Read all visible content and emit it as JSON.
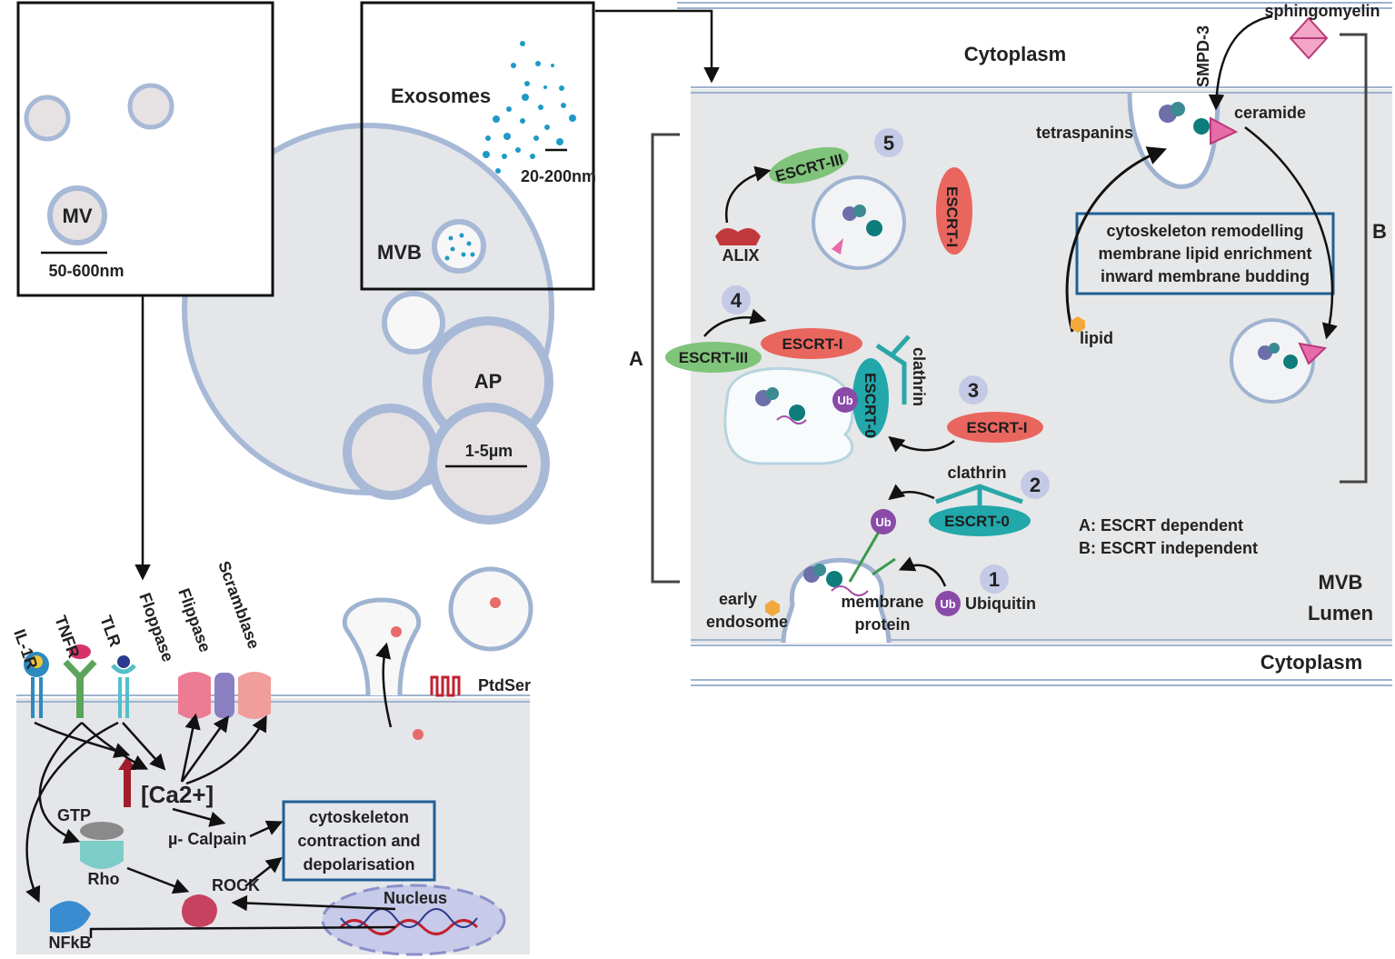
{
  "insets": {
    "mv": {
      "label": "MV",
      "scale": "50-600nm"
    },
    "exo": {
      "label": "Exosomes",
      "scale": "20-200nm",
      "mvb": "MVB"
    }
  },
  "cell": {
    "ap": "AP",
    "ap_scale": "1-5µm"
  },
  "signaling": {
    "receptors": [
      "IL-1R",
      "TNFR",
      "TLR",
      "Floppase",
      "Flippase",
      "Scramblase"
    ],
    "ptdser": "PtdSer",
    "calcium": "[Ca2+]",
    "gtp": "GTP",
    "rho": "Rho",
    "calpain": "µ- Calpain",
    "rock": "ROCK",
    "nfkb": "NFkB",
    "nucleus": "Nucleus",
    "box_lines": [
      "cytoskeleton",
      "contraction and",
      "depolarisation"
    ]
  },
  "mvb_panel": {
    "cytoplasm_top": "Cytoplasm",
    "cytoplasm_bottom": "Cytoplasm",
    "lumen_lines": [
      "MVB",
      "Lumen"
    ],
    "bracket_a": "A",
    "bracket_b": "B",
    "steps": [
      "1",
      "2",
      "3",
      "4",
      "5"
    ],
    "escrt0": "ESCRT-0",
    "escrt1": "ESCRT-I",
    "escrt3": "ESCRT-III",
    "alix": "ALIX",
    "clathrin": "clathrin",
    "ub": "Ub",
    "ubiquitin": "Ubiquitin",
    "early_endosome": [
      "early",
      "endosome"
    ],
    "membrane_protein": [
      "membrane",
      "protein"
    ],
    "sphingomyelin": "sphingomyelin",
    "smpd3": "SMPD-3",
    "ceramide": "ceramide",
    "tetraspanins": "tetraspanins",
    "lipid": "lipid",
    "box_lines": [
      "cytoskeleton remodelling",
      "membrane lipid enrichment",
      "inward membrane budding"
    ],
    "legend_a": "A:  ESCRT dependent",
    "legend_b": "B:  ESCRT independent"
  }
}
